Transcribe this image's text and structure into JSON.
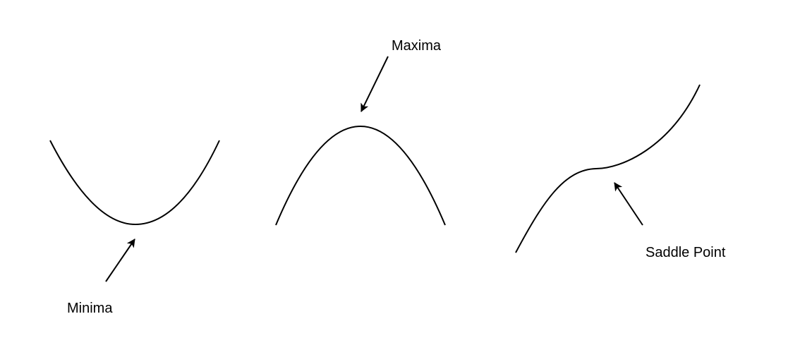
{
  "labels": {
    "minima": "Minima",
    "maxima": "Maxima",
    "saddle": "Saddle Point"
  },
  "colors": {
    "stroke": "#000000",
    "background": "#ffffff"
  }
}
